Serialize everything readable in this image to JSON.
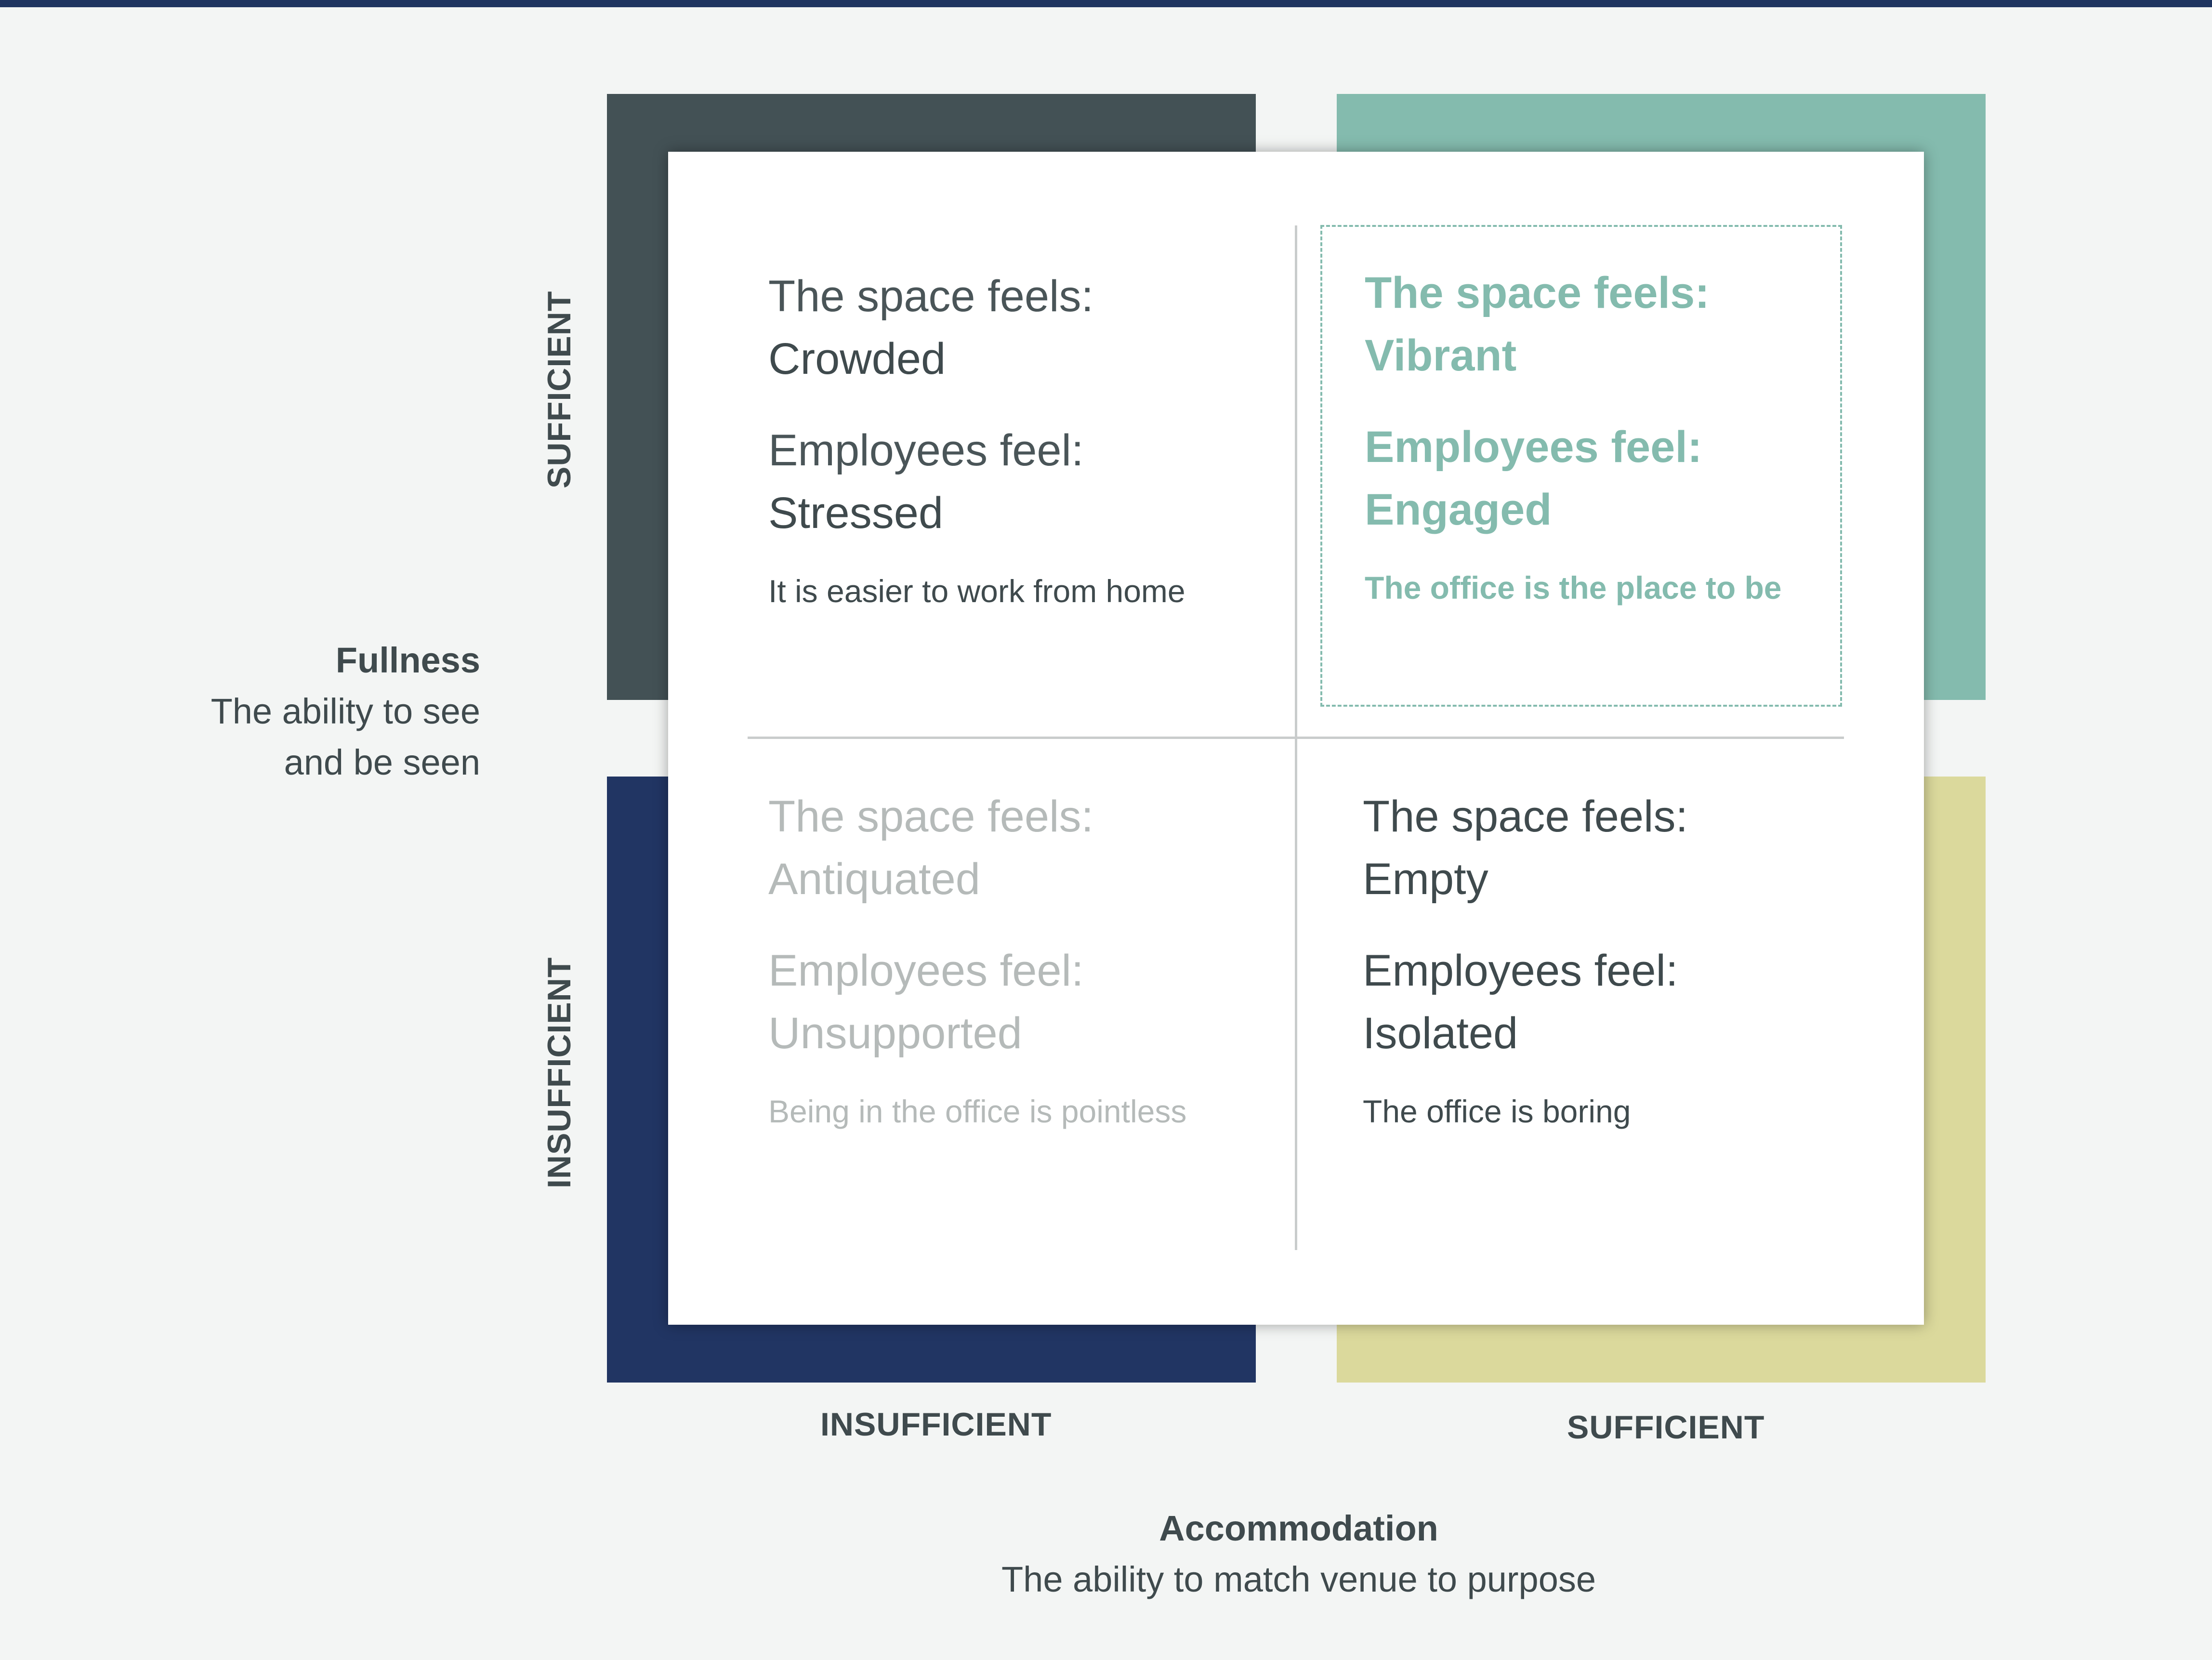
{
  "colors": {
    "top_rule": "#1f3560",
    "background": "#f3f5f4",
    "quadrant_top_left": "#435155",
    "quadrant_top_right": "#84bbae",
    "quadrant_bottom_left": "#213563",
    "quadrant_bottom_right": "#dbd99c",
    "text_dark": "#3f4a4d",
    "text_highlight": "#84bbae",
    "text_muted": "#b5bab9"
  },
  "y_axis": {
    "title": "Fullness",
    "subtitle_line1": "The ability to see",
    "subtitle_line2": "and be seen",
    "tick_high": "SUFFICIENT",
    "tick_low": "INSUFFICIENT"
  },
  "x_axis": {
    "title": "Accommodation",
    "subtitle": "The ability to match venue to purpose",
    "tick_low": "INSUFFICIENT",
    "tick_high": "SUFFICIENT"
  },
  "quadrants": {
    "top_left": {
      "space_label": "The space feels:",
      "space_value": "Crowded",
      "employee_label": "Employees feel:",
      "employee_value": "Stressed",
      "caption": "It is easier to work from home"
    },
    "top_right": {
      "space_label": "The space feels:",
      "space_value": "Vibrant",
      "employee_label": "Employees feel:",
      "employee_value": "Engaged",
      "caption": "The office is the place to be"
    },
    "bottom_left": {
      "space_label": "The space feels:",
      "space_value": "Antiquated",
      "employee_label": "Employees feel:",
      "employee_value": "Unsupported",
      "caption": "Being in the office is pointless"
    },
    "bottom_right": {
      "space_label": "The space feels:",
      "space_value": "Empty",
      "employee_label": "Employees feel:",
      "employee_value": "Isolated",
      "caption": "The office is boring"
    }
  }
}
